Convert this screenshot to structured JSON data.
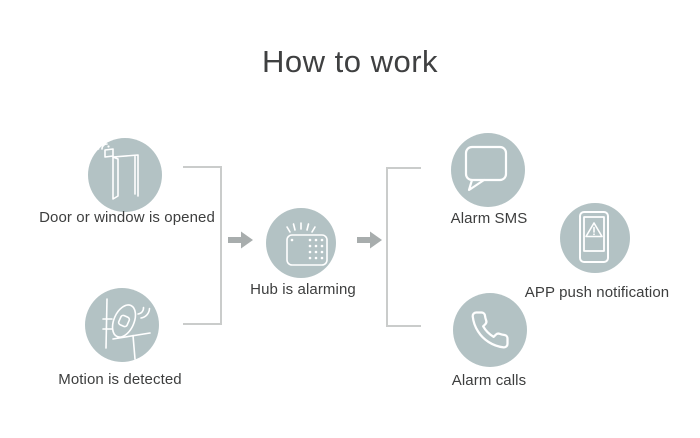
{
  "title": "How to work",
  "colors": {
    "background": "#ffffff",
    "circle_fill": "#b3c2c4",
    "icon_stroke": "#ffffff",
    "connector": "#cacccb",
    "arrow": "#a8adad",
    "title_text": "#3f4041",
    "label_text": "#3d3e3e"
  },
  "nodes": [
    {
      "id": "door-sensor",
      "label": "Door or window is opened",
      "icon": "door-open-sensor-icon"
    },
    {
      "id": "motion-sensor",
      "label": "Motion is detected",
      "icon": "motion-sensor-icon"
    },
    {
      "id": "hub",
      "label": "Hub is alarming",
      "icon": "alarm-hub-icon"
    },
    {
      "id": "alarm-sms",
      "label": "Alarm SMS",
      "icon": "sms-speech-bubble-icon"
    },
    {
      "id": "alarm-calls",
      "label": "Alarm calls",
      "icon": "phone-handset-icon"
    },
    {
      "id": "app-push",
      "label": "APP push notification",
      "icon": "smartphone-warning-icon"
    }
  ],
  "flow": {
    "inputs": [
      "door-sensor",
      "motion-sensor"
    ],
    "center": "hub",
    "outputs": [
      "alarm-sms",
      "alarm-calls",
      "app-push"
    ]
  }
}
